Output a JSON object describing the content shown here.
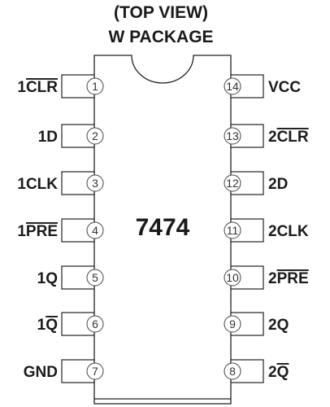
{
  "title": {
    "line1": "(TOP VIEW)",
    "line2": "W PACKAGE"
  },
  "chip": {
    "part_number": "7474"
  },
  "pins_left": [
    {
      "number": "1",
      "prefix": "1",
      "name": "CLR",
      "overline": true
    },
    {
      "number": "2",
      "prefix": "1",
      "name": "D",
      "overline": false
    },
    {
      "number": "3",
      "prefix": "1",
      "name": "CLK",
      "overline": false
    },
    {
      "number": "4",
      "prefix": "1",
      "name": "PRE",
      "overline": true
    },
    {
      "number": "5",
      "prefix": "1",
      "name": "Q",
      "overline": false
    },
    {
      "number": "6",
      "prefix": "1",
      "name": "Q",
      "overline": true
    },
    {
      "number": "7",
      "prefix": "",
      "name": "GND",
      "overline": false
    }
  ],
  "pins_right": [
    {
      "number": "14",
      "prefix": "",
      "name": "VCC",
      "overline": false
    },
    {
      "number": "13",
      "prefix": "2",
      "name": "CLR",
      "overline": true
    },
    {
      "number": "12",
      "prefix": "2",
      "name": "D",
      "overline": false
    },
    {
      "number": "11",
      "prefix": "2",
      "name": "CLK",
      "overline": false
    },
    {
      "number": "10",
      "prefix": "2",
      "name": "PRE",
      "overline": true
    },
    {
      "number": "9",
      "prefix": "2",
      "name": "Q",
      "overline": false
    },
    {
      "number": "8",
      "prefix": "2",
      "name": "Q",
      "overline": true
    }
  ]
}
